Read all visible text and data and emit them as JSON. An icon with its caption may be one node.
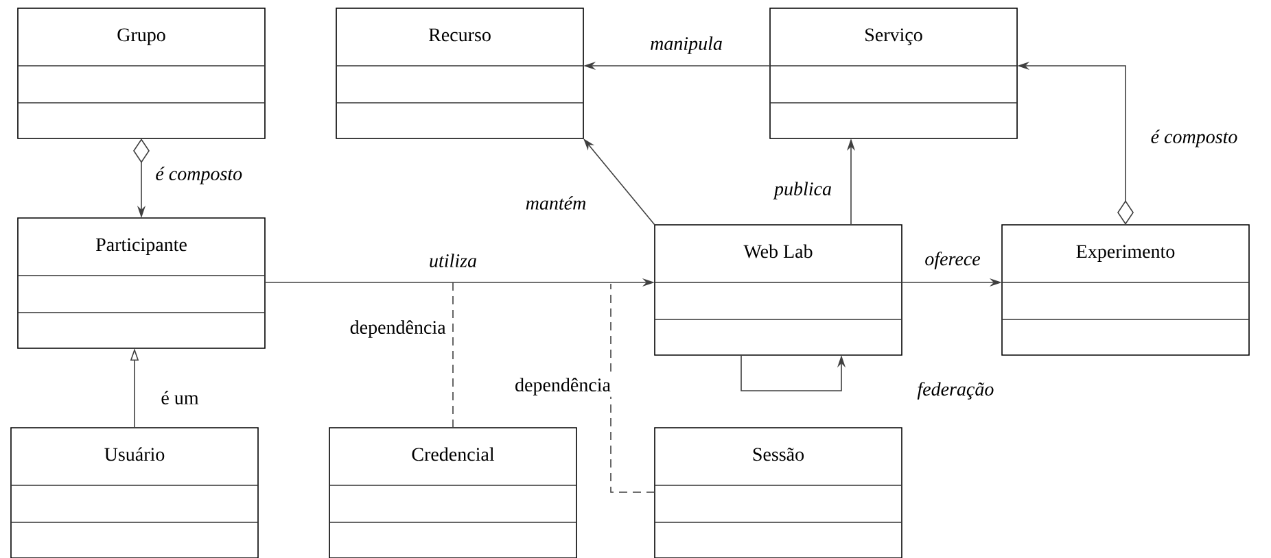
{
  "diagram": {
    "nodes": [
      {
        "text": [
          "Grupo"
        ]
      },
      {
        "text": [
          "Recurso"
        ]
      },
      {
        "text": [
          "Serviço"
        ]
      },
      {
        "text": [
          "Participante"
        ]
      },
      {
        "text": [
          "Web Lab"
        ]
      },
      {
        "text": [
          "Experimento"
        ]
      },
      {
        "text": [
          "Usuário"
        ]
      },
      {
        "text": [
          "Credencial"
        ]
      },
      {
        "text": [
          "Sessão"
        ]
      }
    ],
    "edges": [
      {
        "from": 0,
        "to": 3,
        "arrow": "to",
        "label": "é composto"
      },
      {
        "from": 4,
        "to": 1,
        "arrow": "to",
        "label": "mantém"
      },
      {
        "from": 2,
        "to": 1,
        "arrow": "to",
        "label": "manipula"
      },
      {
        "from": 4,
        "to": 2,
        "arrow": "to",
        "label": "publica"
      },
      {
        "from": 5,
        "to": 2,
        "arrow": "to",
        "label": "é composto"
      },
      {
        "from": 3,
        "to": 4,
        "arrow": "to",
        "label": "utiliza"
      },
      {
        "from": 4,
        "to": 5,
        "arrow": "to",
        "label": "oferece"
      },
      {
        "from": 4,
        "to": 4,
        "arrow": "to",
        "label": "federação"
      },
      {
        "from": 6,
        "to": 3,
        "arrow": "to",
        "label": "é um"
      },
      {
        "from": 7,
        "to": null,
        "arrow": "none",
        "style": "dashed",
        "label": "dependência"
      },
      {
        "from": 8,
        "to": null,
        "arrow": "none",
        "style": "dashed",
        "label": "dependência"
      }
    ]
  }
}
